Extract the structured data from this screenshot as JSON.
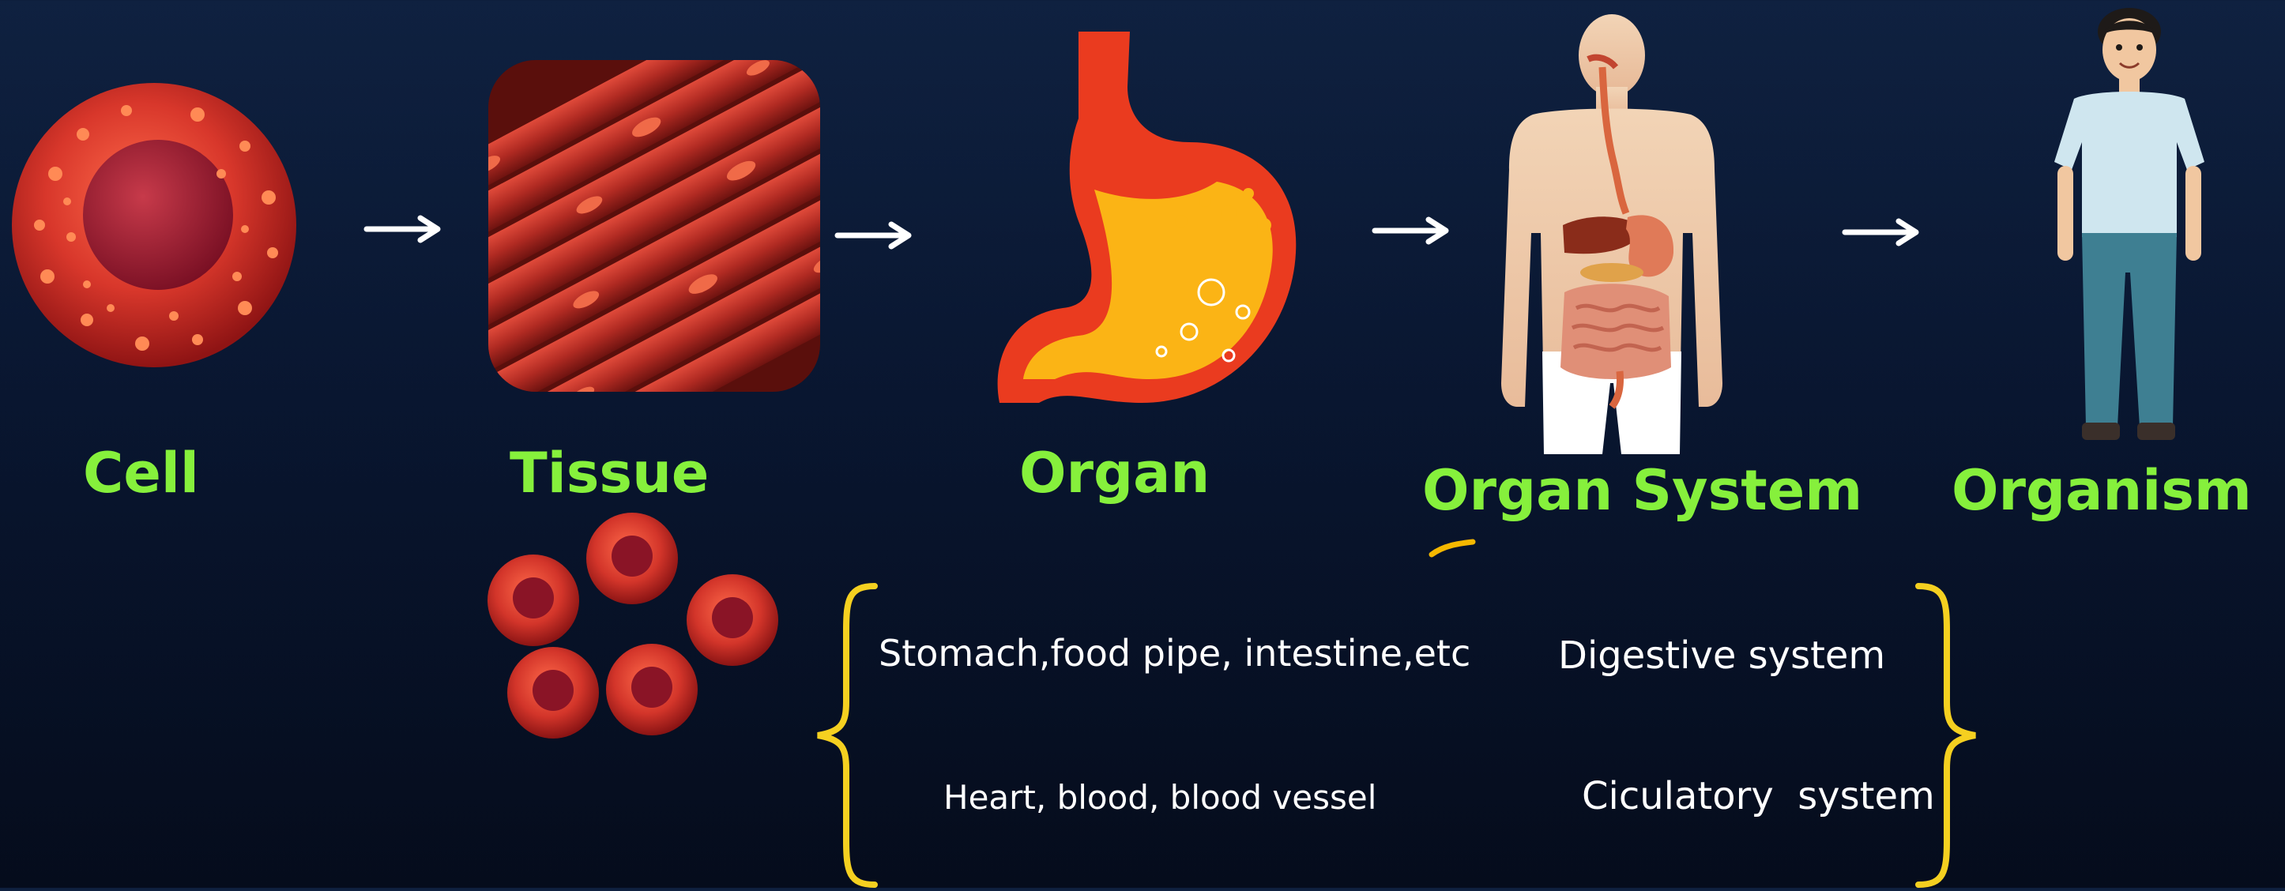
{
  "stages": [
    {
      "id": "cell",
      "label": "Cell"
    },
    {
      "id": "tissue",
      "label": "Tissue"
    },
    {
      "id": "organ",
      "label": "Organ"
    },
    {
      "id": "organ_system",
      "label": "Organ System"
    },
    {
      "id": "organism",
      "label": "Organism"
    }
  ],
  "examples": [
    {
      "organs": "Stomach,food pipe, intestine,etc",
      "system": "Digestive system"
    },
    {
      "organs": "Heart, blood, blood vessel",
      "system": "Ciculatory  system"
    }
  ],
  "colors": {
    "label_green": "#86f03c",
    "brace_yellow": "#f5d020",
    "cell_red": "#d6332a",
    "background": "#0a1730"
  },
  "icons": [
    "cell-illustration",
    "muscle-tissue-illustration",
    "stomach-illustration",
    "human-organ-system-illustration",
    "person-illustration",
    "arrow-icon",
    "curly-brace-icon"
  ]
}
